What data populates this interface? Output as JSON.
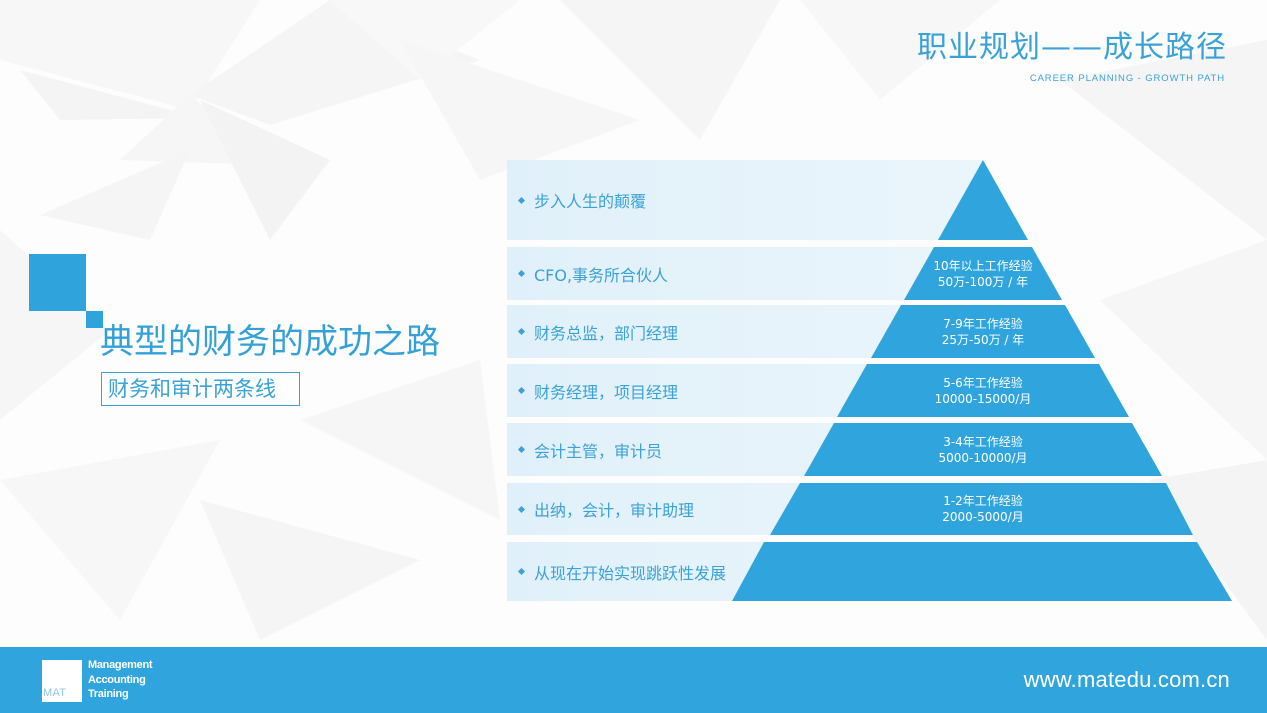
{
  "header": {
    "title": "职业规划——成长路径",
    "subtitle": "CAREER PLANNING - GROWTH PATH"
  },
  "main": {
    "title": "典型的财务的成功之路",
    "subtitle": "财务和审计两条线"
  },
  "pyramid": {
    "levels": [
      {
        "role": "步入人生的颠覆",
        "experience": "",
        "salary": ""
      },
      {
        "role": "CFO,事务所合伙人",
        "experience": "10年以上工作经验",
        "salary": "50万-100万 / 年"
      },
      {
        "role": "财务总监，部门经理",
        "experience": "7-9年工作经验",
        "salary": "25万-50万 / 年"
      },
      {
        "role": "财务经理，项目经理",
        "experience": "5-6年工作经验",
        "salary": "10000-15000/月"
      },
      {
        "role": "会计主管，审计员",
        "experience": "3-4年工作经验",
        "salary": "5000-10000/月"
      },
      {
        "role": "出纳，会计，审计助理",
        "experience": "1-2年工作经验",
        "salary": "2000-5000/月"
      },
      {
        "role": "从现在开始实现跳跃性发展",
        "experience": "",
        "salary": ""
      }
    ]
  },
  "footer": {
    "logo_text": "MAT",
    "brand_lines": [
      "Management",
      "Accounting",
      "Training"
    ],
    "url": "www.matedu.com.cn"
  },
  "colors": {
    "accent": "#30a4dc",
    "text_blue": "#3aa2d6",
    "row_bg": "#e2f1fa",
    "background": "#fdfdfd"
  }
}
